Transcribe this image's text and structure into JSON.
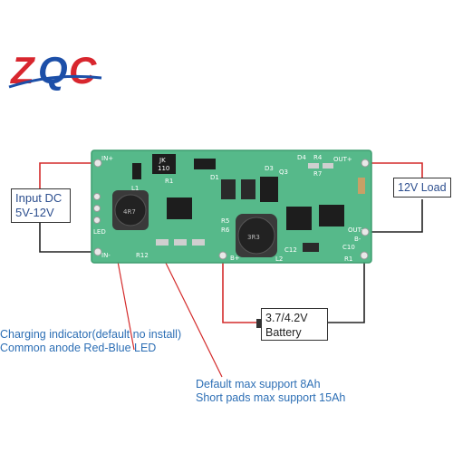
{
  "logo": {
    "text": "ZQC",
    "colors": {
      "z": "#d8262e",
      "q": "#1c4fa8",
      "c": "#d8262e"
    }
  },
  "colors": {
    "board": "#56b98a",
    "board_edge": "#3f9e70",
    "wire_red": "#d42b2b",
    "wire_dark": "#222222",
    "callout_text": "#2d6fb5"
  },
  "input_box": {
    "line1": "Input DC",
    "line2": "5V-12V"
  },
  "load_box": {
    "text": "12V Load"
  },
  "battery_box": {
    "line1": "3.7/4.2V",
    "line2": "Battery"
  },
  "callout_led": {
    "line1": "Charging indicator(default no install)",
    "line2": "Common anode Red-Blue LED"
  },
  "callout_pads": {
    "line1": "Default max support 8Ah",
    "line2": "Short pads max support 15Ah"
  },
  "silkscreen": {
    "in_plus": "IN+",
    "in_minus": "IN-",
    "led": "LED",
    "out_plus": "OUT+",
    "out_minus": "OUT-",
    "b_plus": "B+",
    "b_minus": "B-",
    "l1": "L1",
    "l2": "L2",
    "r1": "R1",
    "r4": "R4",
    "r5": "R5",
    "r6": "R6",
    "r7": "R7",
    "r12": "R12",
    "c10": "C10",
    "c12": "C12",
    "d3": "D3",
    "d4": "D4",
    "d1": "D1",
    "q3": "Q3",
    "jk": "JK",
    "jk_val": "110",
    "ind1": "4R7",
    "ind2": "3R3",
    "r1_val": "R1"
  }
}
